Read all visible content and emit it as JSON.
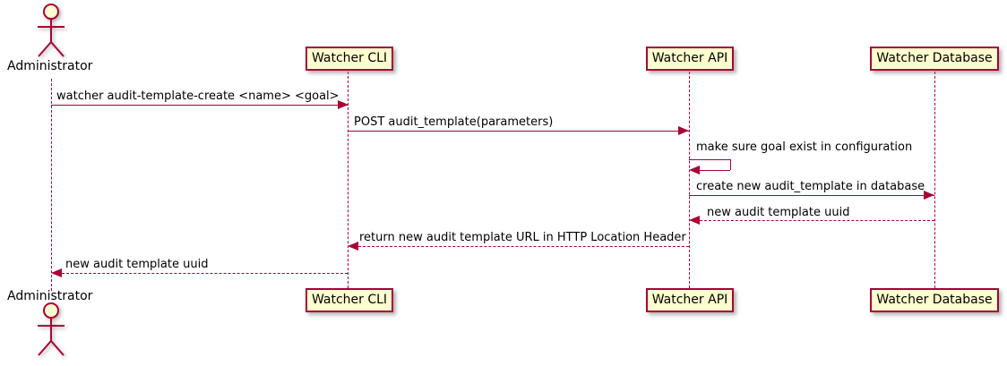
{
  "diagram": {
    "type": "sequence-diagram",
    "colors": {
      "participant_fill": "#FEFECE",
      "participant_border": "#A80036",
      "arrow": "#A80036",
      "lifeline": "#A80036",
      "text": "#000000",
      "background": "#FFFFFF"
    },
    "actor": {
      "name": "Administrator"
    },
    "participants": [
      {
        "name": "Watcher CLI"
      },
      {
        "name": "Watcher API"
      },
      {
        "name": "Watcher Database"
      }
    ],
    "messages": [
      {
        "from": "Administrator",
        "to": "Watcher CLI",
        "style": "solid",
        "label": "watcher audit-template-create <name> <goal>"
      },
      {
        "from": "Watcher CLI",
        "to": "Watcher API",
        "style": "solid",
        "label": "POST audit_template(parameters)"
      },
      {
        "from": "Watcher API",
        "to": "Watcher API",
        "style": "self",
        "label": "make sure goal exist in configuration"
      },
      {
        "from": "Watcher API",
        "to": "Watcher Database",
        "style": "solid",
        "label": "create new audit_template in database"
      },
      {
        "from": "Watcher Database",
        "to": "Watcher API",
        "style": "dashed",
        "label": "new audit template uuid"
      },
      {
        "from": "Watcher API",
        "to": "Watcher CLI",
        "style": "dashed",
        "label": "return new audit template URL in HTTP Location Header"
      },
      {
        "from": "Watcher CLI",
        "to": "Administrator",
        "style": "dashed",
        "label": "new audit template uuid"
      }
    ]
  }
}
